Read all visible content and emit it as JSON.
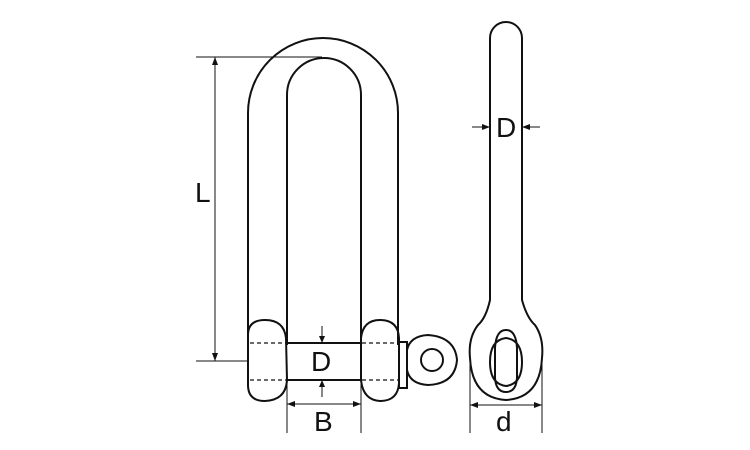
{
  "labels": {
    "length": "L",
    "pin_diameter_front": "D",
    "inner_width": "B",
    "body_diameter_side": "D",
    "pin_hole_width": "d"
  },
  "colors": {
    "line": "#111111",
    "background": "#ffffff"
  }
}
